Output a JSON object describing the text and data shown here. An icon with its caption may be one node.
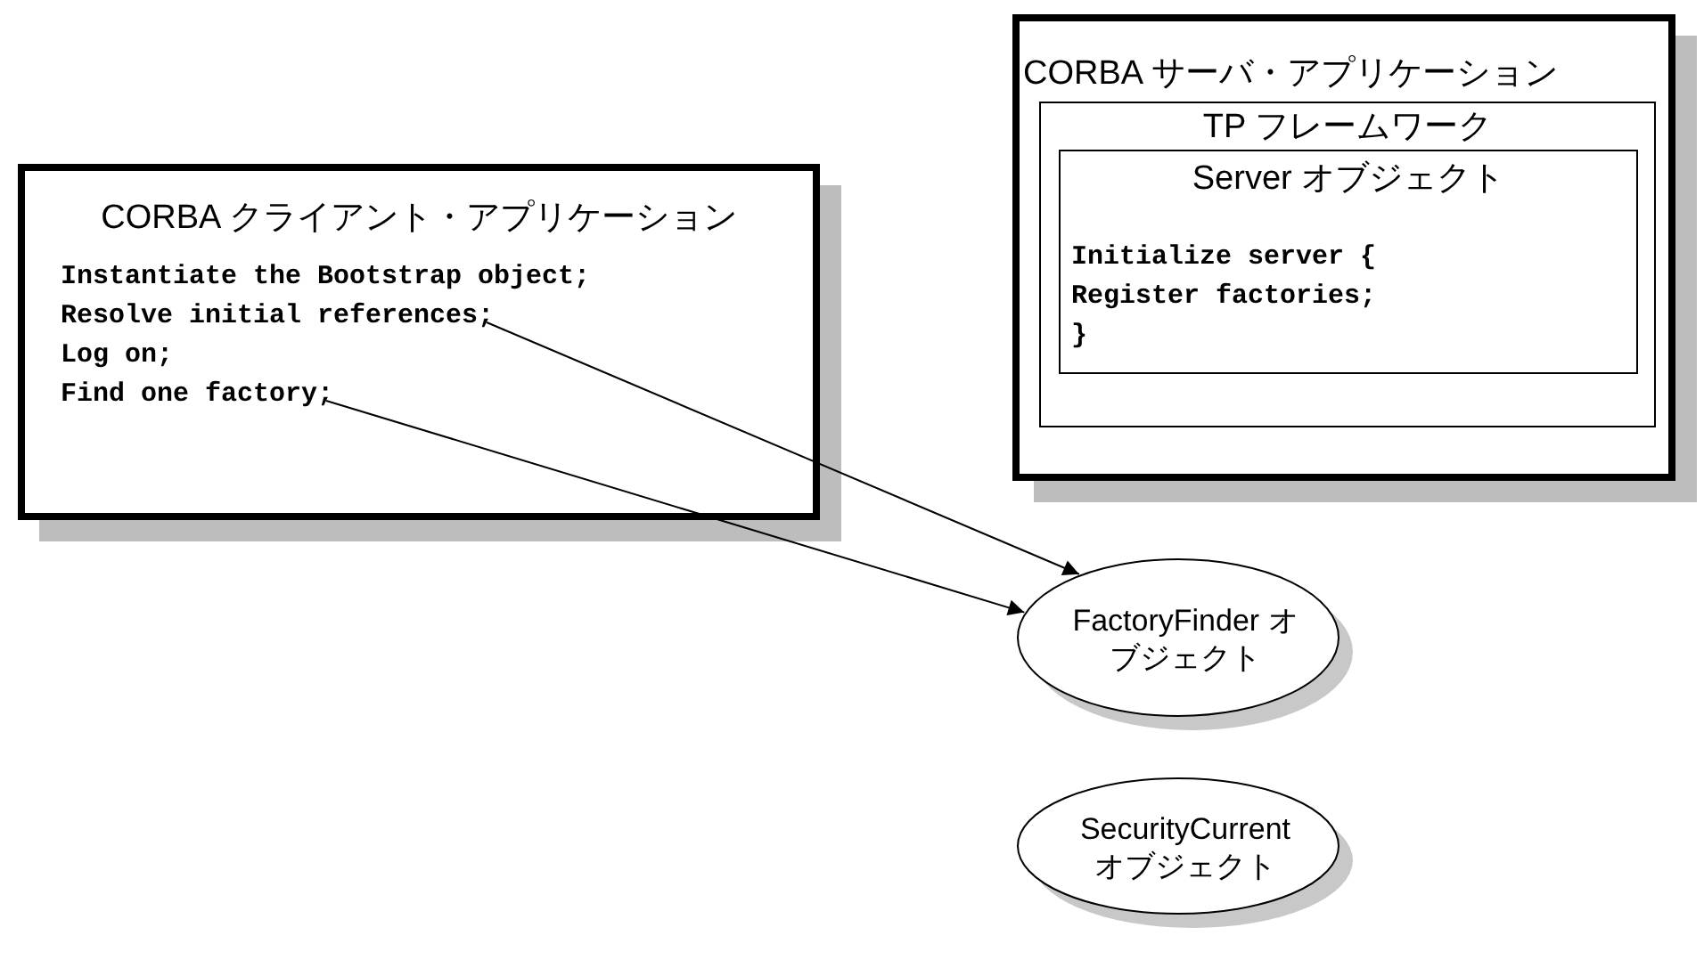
{
  "diagram": {
    "nodes": [
      {
        "text": [
          "CORBA クライアント・アプリケーション",
          "Instantiate the Bootstrap object;",
          "Resolve initial references;",
          "Log on;",
          "Find one factory;"
        ]
      },
      {
        "text": [
          "CORBA サーバ・アプリケーション"
        ]
      },
      {
        "text": [
          "TP フレームワーク"
        ],
        "in": 1
      },
      {
        "text": [
          "Server オブジェクト",
          "Initialize server {",
          "Register factories;",
          "}"
        ],
        "in": 2
      },
      {
        "text": [
          "FactoryFinder オブジェクト"
        ]
      },
      {
        "text": [
          "SecurityCurrent オブジェクト"
        ]
      }
    ],
    "edges": [
      {
        "from": 0,
        "to": 4,
        "arrow": "to"
      },
      {
        "from": 0,
        "to": 4,
        "arrow": "to"
      }
    ]
  }
}
